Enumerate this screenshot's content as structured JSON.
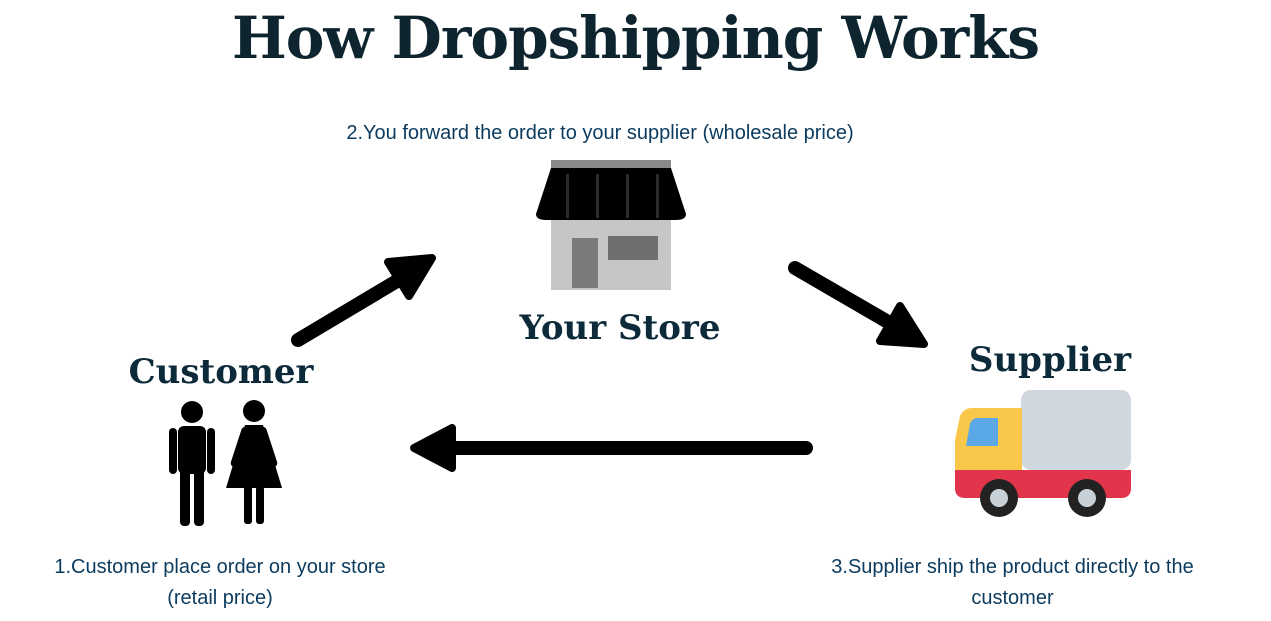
{
  "title": "How Dropshipping Works",
  "nodes": {
    "store": {
      "label": "Your Store",
      "icon": "store-icon"
    },
    "customer": {
      "label": "Customer",
      "icon": "people-icon"
    },
    "supplier": {
      "label": "Supplier",
      "icon": "delivery-truck-icon"
    }
  },
  "steps": {
    "step1_line1": "1.Customer place order on your store",
    "step1_line2": "(retail price)",
    "step2": "2.You forward the order to your supplier (wholesale price)",
    "step3_line1": "3.Supplier ship the product directly to the",
    "step3_line2": "customer"
  },
  "colors": {
    "title": "#0e2530",
    "step_text": "#0b3b5e",
    "arrow": "#000000",
    "truck_cab": "#f9c84a",
    "truck_body": "#d1d7df",
    "truck_stripe": "#e0354b",
    "truck_window": "#5aa9e6"
  }
}
